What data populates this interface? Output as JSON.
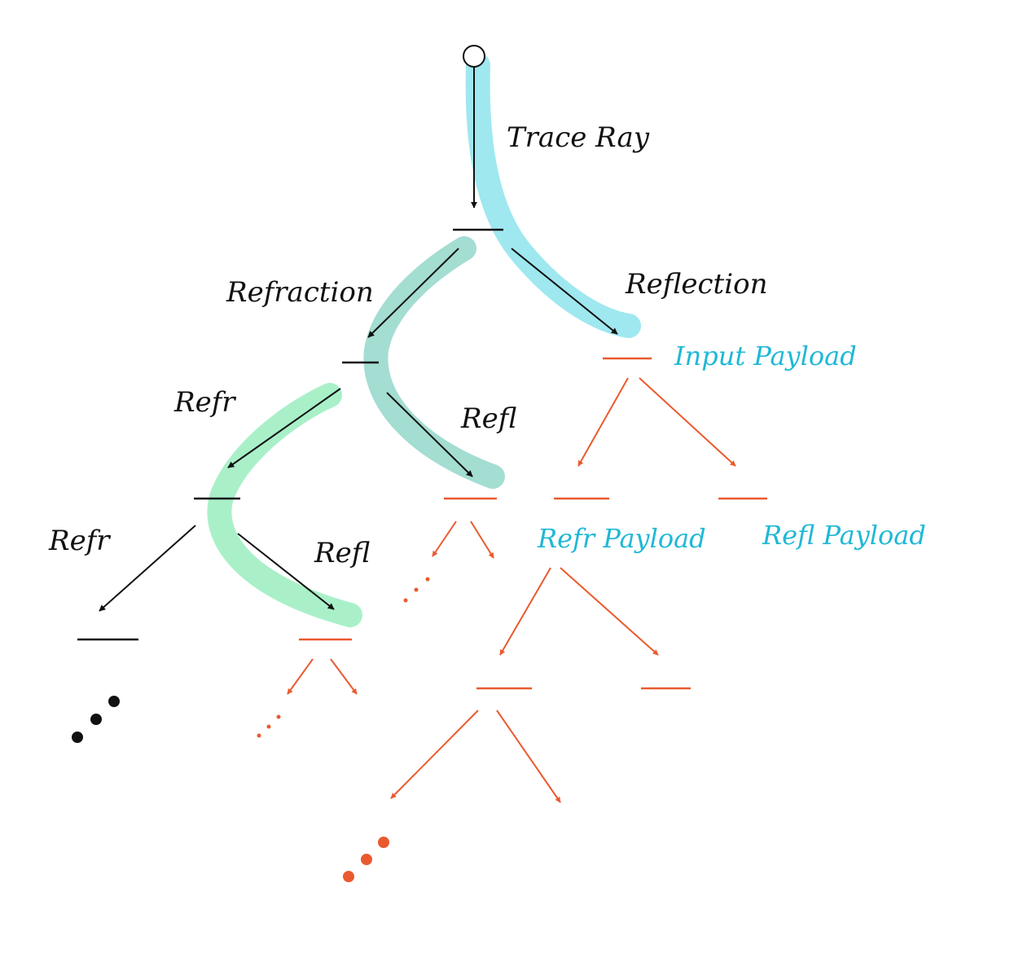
{
  "colors": {
    "black": "#111111",
    "orange": "#ea5a2e",
    "cyan_label": "#1fb8d6",
    "highlight_cyan": "#9fe8f0",
    "highlight_teal": "#a4ddd2",
    "highlight_green": "#a9f0c9"
  },
  "labels": {
    "trace_ray": "Trace Ray",
    "refraction": "Refraction",
    "reflection": "Reflection",
    "refr_left": "Refr",
    "refl_mid": "Refl",
    "refr_far_left": "Refr",
    "refl_lower": "Refl",
    "input_payload": "Input Payload",
    "refr_payload": "Refr Payload",
    "refl_payload": "Refl Payload"
  },
  "icons": {
    "root": "root-circle-icon",
    "ellipsis": "ellipsis-dots-icon"
  }
}
